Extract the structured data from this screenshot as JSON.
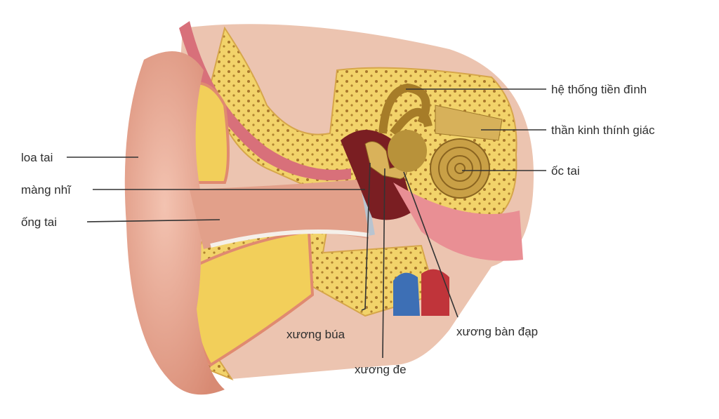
{
  "labels": {
    "vestibular_system": "hệ thống tiền đình",
    "auditory_nerve": "thần kinh thính giác",
    "cochlea": "ốc tai",
    "pinna": "loa tai",
    "eardrum": "màng nhĩ",
    "ear_canal": "ống tai",
    "malleus": "xương búa",
    "incus": "xương đe",
    "stapes": "xương bàn đạp"
  },
  "colors": {
    "skin": "#e39a84",
    "bone": "#f2d36a",
    "inner_ear": "#b8923a",
    "vein": "#3d6fb5",
    "artery": "#c0343a"
  }
}
